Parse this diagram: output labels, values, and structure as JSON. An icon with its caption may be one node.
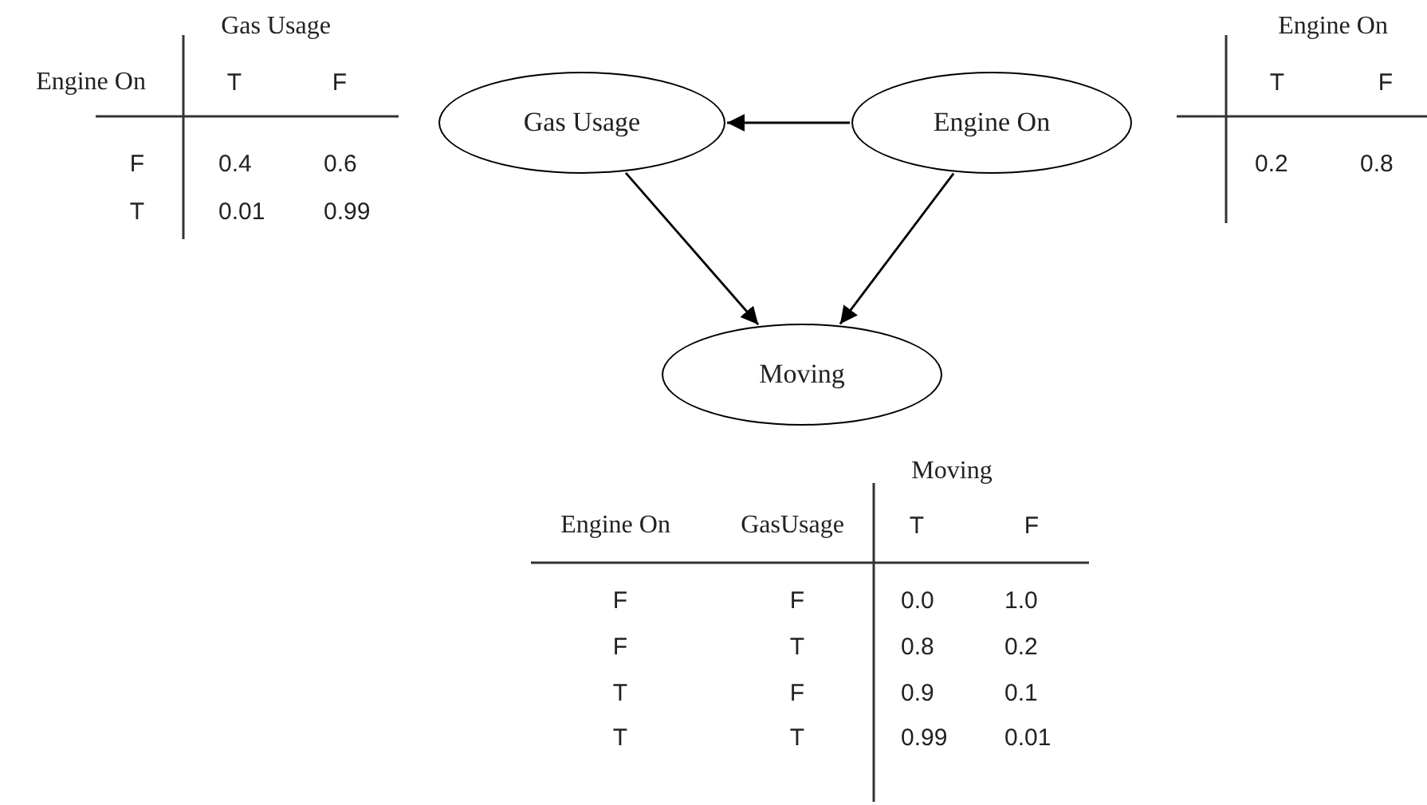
{
  "diagram": {
    "nodes": [
      {
        "text": [
          "Gas Usage"
        ]
      },
      {
        "text": [
          "Engine On"
        ]
      },
      {
        "text": [
          "Moving"
        ]
      }
    ],
    "edges": [
      {
        "from": 1,
        "to": 0,
        "arrow": "to"
      },
      {
        "from": 0,
        "to": 2,
        "arrow": "to"
      },
      {
        "from": 1,
        "to": 2,
        "arrow": "to"
      }
    ],
    "labels": [
      "Gas Usage",
      "Engine On",
      "T",
      "F",
      "F",
      "0.4",
      "0.6",
      "T",
      "0.01",
      "0.99",
      "Engine On",
      "T",
      "F",
      "0.2",
      "0.8",
      "Moving",
      "Engine On",
      "GasUsage",
      "T",
      "F",
      "F",
      "F",
      "0.0",
      "1.0",
      "F",
      "T",
      "0.8",
      "0.2",
      "T",
      "F",
      "0.9",
      "0.1",
      "T",
      "T",
      "0.99",
      "0.01"
    ]
  }
}
